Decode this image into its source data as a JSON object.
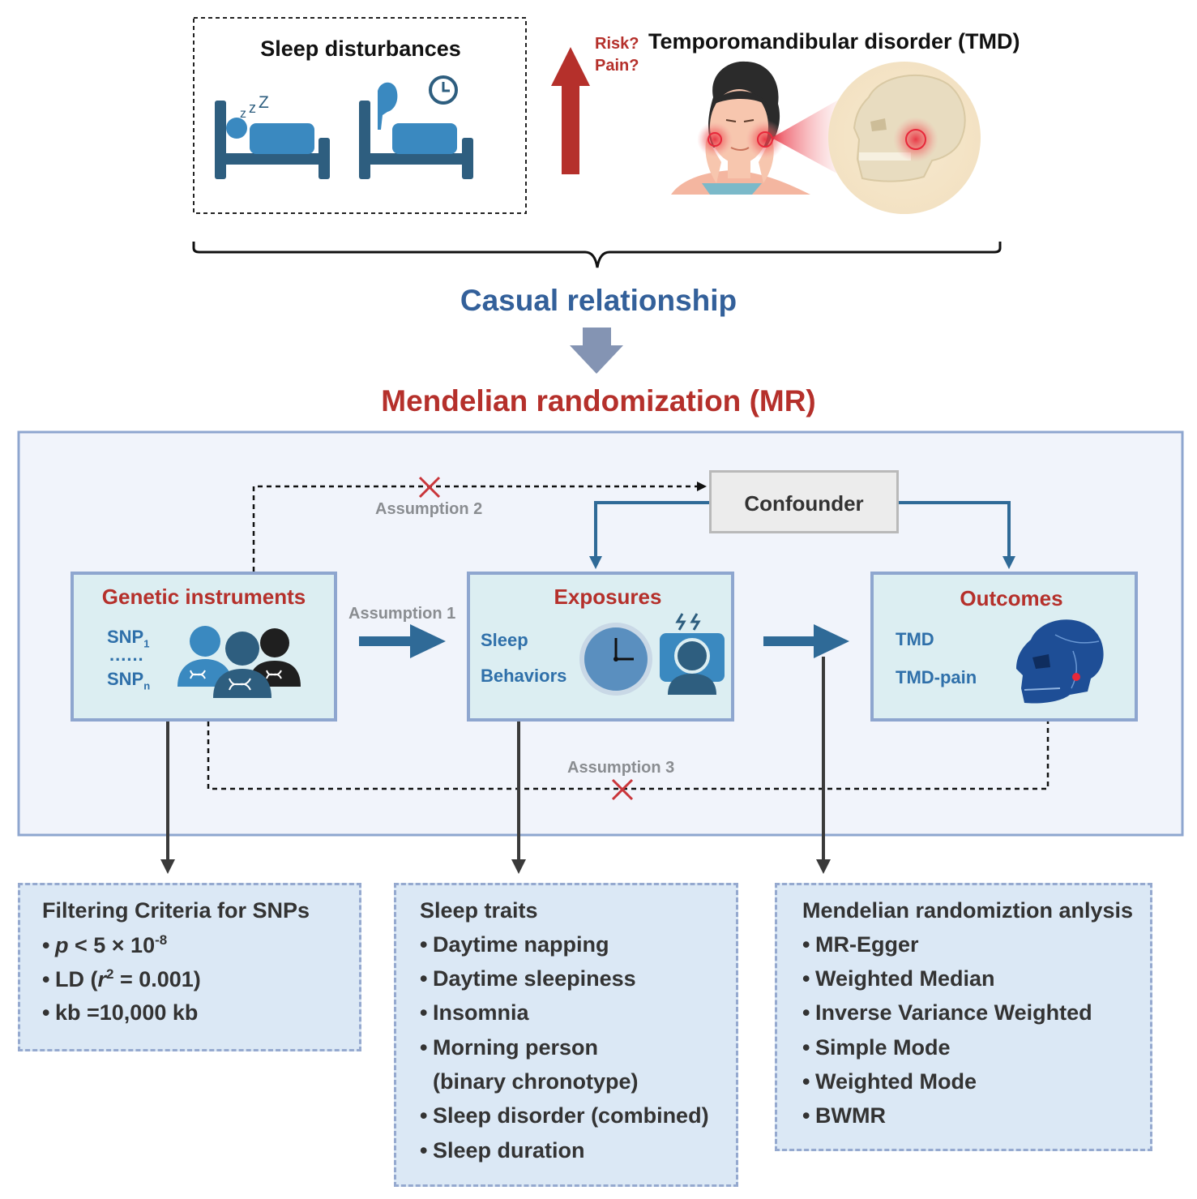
{
  "top": {
    "sleep_title": "Sleep disturbances",
    "risk_label": "Risk?",
    "pain_label": "Pain?",
    "tmd_title": "Temporomandibular disorder (TMD)"
  },
  "causal_label": "Casual relationship",
  "mr_title": "Mendelian randomization (MR)",
  "framework": {
    "confounder": "Confounder",
    "assumption1": "Assumption 1",
    "assumption2": "Assumption 2",
    "assumption3": "Assumption 3",
    "genetic": {
      "title": "Genetic instruments",
      "snp1": "SNP",
      "snp1_sub": "1",
      "dots": "......",
      "snpn": "SNP",
      "snpn_sub": "n"
    },
    "exposures": {
      "title": "Exposures",
      "line1": "Sleep",
      "line2": "Behaviors"
    },
    "outcomes": {
      "title": "Outcomes",
      "line1": "TMD",
      "line2": "TMD-pain"
    }
  },
  "boxes": {
    "filtering": {
      "heading": "Filtering Criteria for SNPs",
      "p_var": "p",
      "p_rest": " < 5 × 10",
      "p_exp": "-8",
      "ld_pre": "LD (",
      "ld_var": "r",
      "ld_exp": "2",
      "ld_post": " = 0.001)",
      "kb": "kb =10,000 kb"
    },
    "sleep_traits": {
      "heading": "Sleep traits",
      "items": [
        "Daytime napping",
        "Daytime sleepiness",
        "Insomnia",
        "Morning person",
        "(binary chronotype)",
        "Sleep disorder (combined)",
        "Sleep duration"
      ]
    },
    "mr_analysis": {
      "heading": "Mendelian randomiztion anlysis",
      "items": [
        "MR-Egger",
        "Weighted Median",
        "Inverse Variance Weighted",
        "Simple Mode",
        "Weighted Mode",
        "BWMR"
      ]
    }
  },
  "colors": {
    "bed_dark": "#2e5e7f",
    "bed_light": "#3a89c0",
    "up_arrow": "#b5302b",
    "title_blue": "#33609a",
    "title_red": "#b5302b",
    "node_bg": "#dceef2",
    "node_border": "#8ea6cf"
  }
}
